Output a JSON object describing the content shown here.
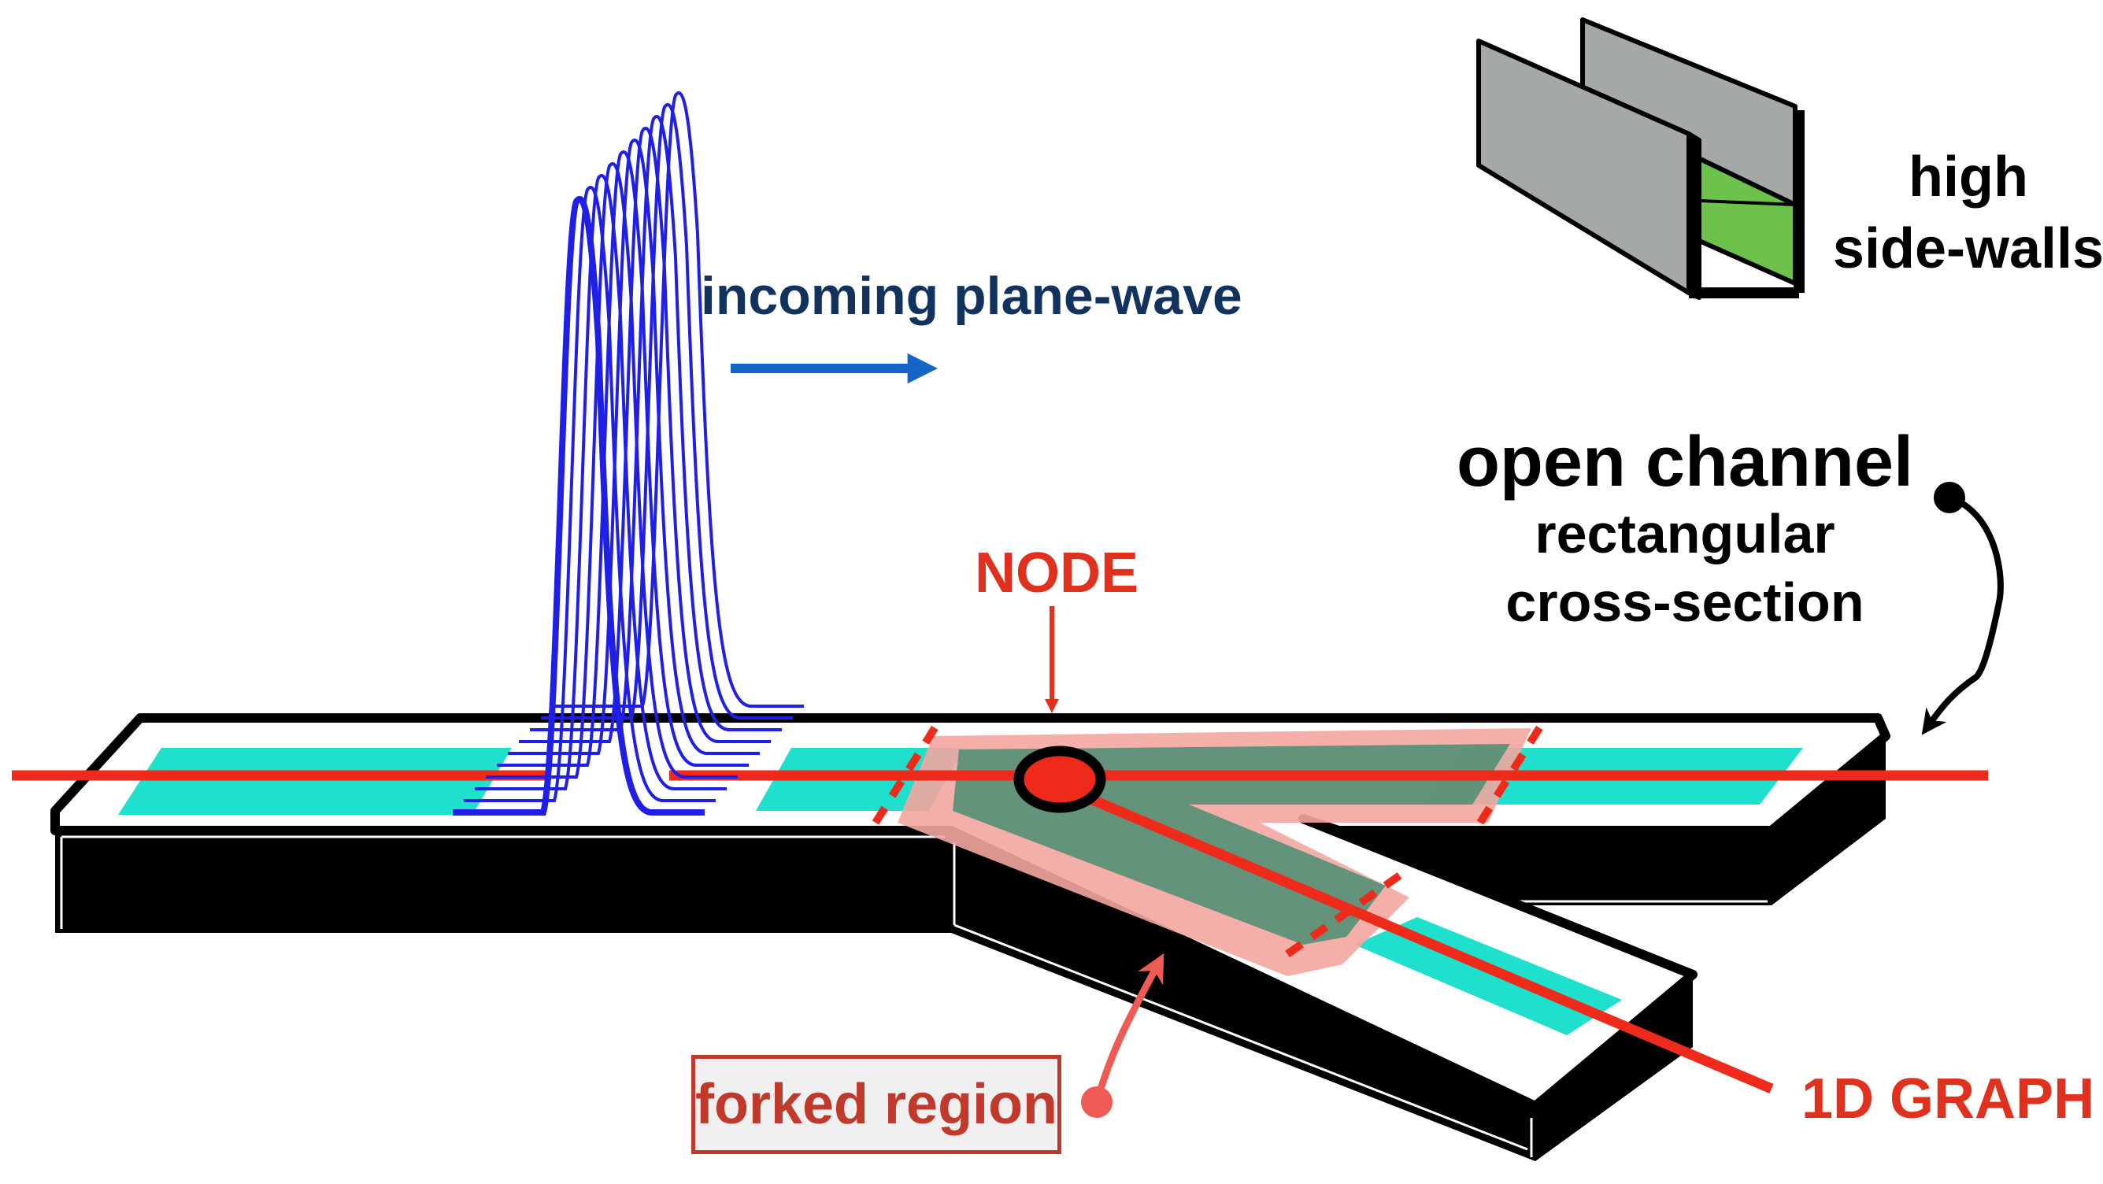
{
  "labels": {
    "incoming_wave": "incoming plane-wave",
    "walls_line1": "high",
    "walls_line2": "side-walls",
    "channel_title": "open channel",
    "channel_sub1": "rectangular",
    "channel_sub2": "cross-section",
    "node": "NODE",
    "graph": "1D GRAPH",
    "forked_region": "forked region"
  },
  "colors": {
    "channel_body": "#000000",
    "channel_top": "#ffffff",
    "water_fill": "#1ee0cc",
    "graph_line": "#ee2a1a",
    "fork_highlight": "#f4a6a0",
    "fork_overlay": "#4f8f74",
    "wave_lines": "#1f1fe6",
    "wave_arrow": "#1565c8",
    "wall_grey": "#a4a8a6",
    "wall_water": "#6cc24a",
    "node_fill": "#ee2a1a",
    "node_outline": "#000000",
    "annotation_red": "#e0301e",
    "forked_label_box": "#c0392b"
  },
  "icons": {
    "channel_cross_section": "u-channel-icon",
    "wave_direction": "arrow-right-icon",
    "node_pointer": "arrow-down-icon",
    "channel_pointer": "curved-arrow-icon",
    "fork_pointer": "curved-arrow-icon"
  }
}
